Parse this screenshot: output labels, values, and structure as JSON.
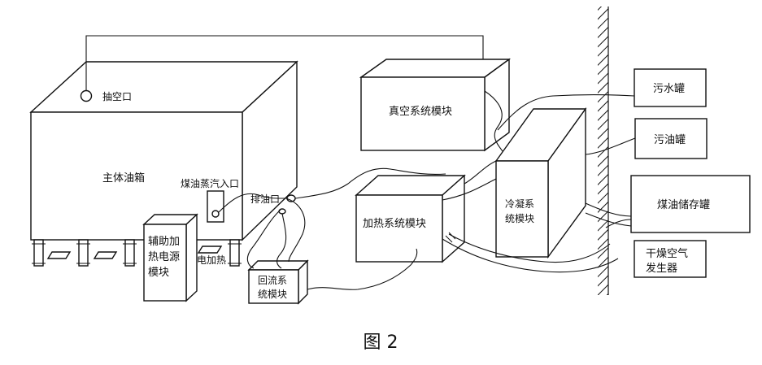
{
  "diagram": {
    "labels": {
      "suction_port": "抽空口",
      "main_tank": "主体油箱",
      "kerosene_vapor_inlet": "煤油蒸汽入口",
      "drain_port": "排油口",
      "electric_heating": "电加热",
      "aux_heating_power_1": "辅助加",
      "aux_heating_power_2": "热电源",
      "aux_heating_power_3": "模块",
      "vacuum_module": "真空系统模块",
      "heating_module": "加热系统模块",
      "reflux_module_1": "回流系",
      "reflux_module_2": "统模块",
      "condensing_module_1": "冷凝系",
      "condensing_module_2": "统模块",
      "sewage_tank": "污水罐",
      "waste_oil_tank": "污油罐",
      "kerosene_storage_tank": "煤油储存罐",
      "dry_air_generator_1": "干燥空气",
      "dry_air_generator_2": "发生器"
    },
    "caption": "图 2"
  }
}
